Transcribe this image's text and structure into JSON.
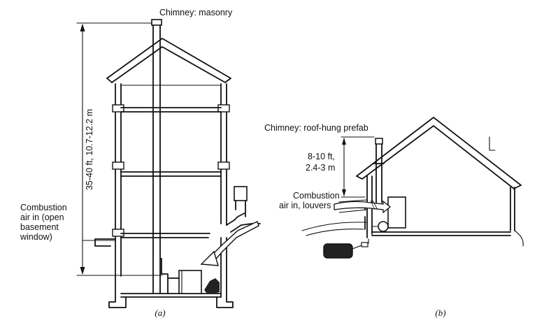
{
  "diagram_a": {
    "chimney_label": "Chimney: masonry",
    "height_label": "35-40 ft, 10.7-12.2 m",
    "combustion_label": [
      "Combustion",
      "air in (open",
      "basement",
      "window)"
    ],
    "caption": "(a)"
  },
  "diagram_b": {
    "chimney_label": "Chimney: roof-hung prefab",
    "height_label": [
      "8-10 ft,",
      "2.4-3 m"
    ],
    "combustion_label": [
      "Combustion",
      "air in,  louvers"
    ],
    "caption": "(b)"
  }
}
